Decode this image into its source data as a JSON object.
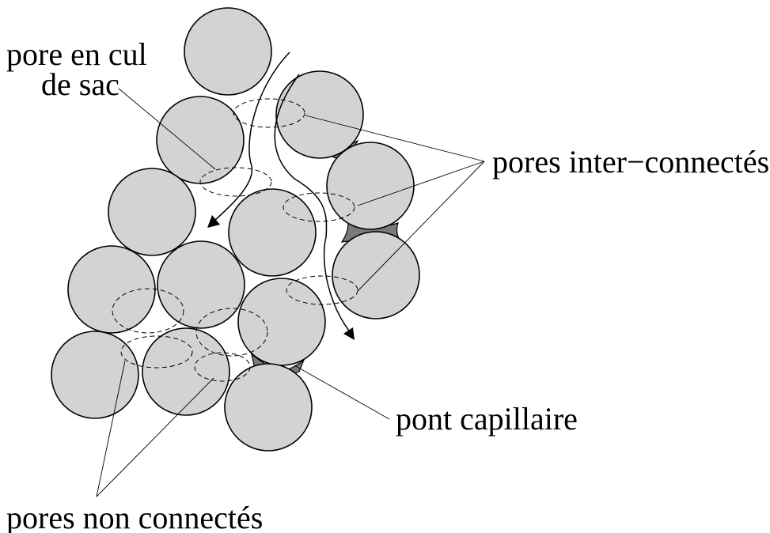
{
  "labels": {
    "pore_cul_de_sac_line1": "pore en cul",
    "pore_cul_de_sac_line2": "de sac",
    "pores_interconnectes": "pores inter−connectés",
    "pont_capillaire": "pont capillaire",
    "pores_non_connectes": "pores non connectés"
  },
  "colors": {
    "grain_fill": "#d3d3d3",
    "capillary_bridge_fill": "#7a7a7a",
    "outline": "#000000",
    "background": "#ffffff"
  }
}
